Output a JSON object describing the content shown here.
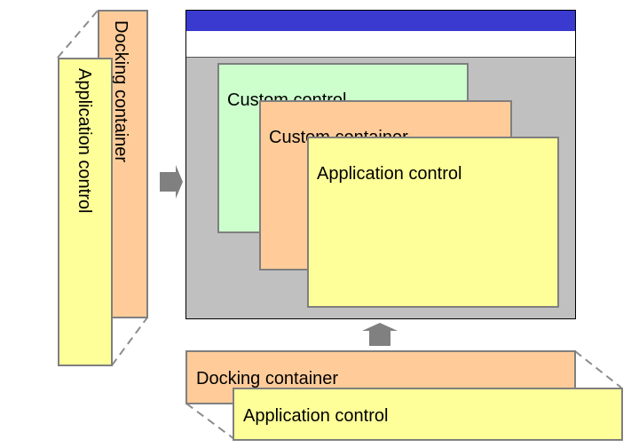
{
  "left_stack": {
    "docking_container": "Docking container",
    "application_control": "Application control"
  },
  "window": {
    "custom_control": "Custom control",
    "custom_container": "Custom container",
    "application_control": "Application control"
  },
  "bottom_stack": {
    "docking_container": "Docking container",
    "application_control": "Application control"
  },
  "colors": {
    "titlebar": "#3a3ad0",
    "window_client": "#c0c0c0",
    "custom_control_fill": "#ccffcc",
    "container_fill": "#ffcc99",
    "application_fill": "#ffff99",
    "arrow": "#808080"
  }
}
